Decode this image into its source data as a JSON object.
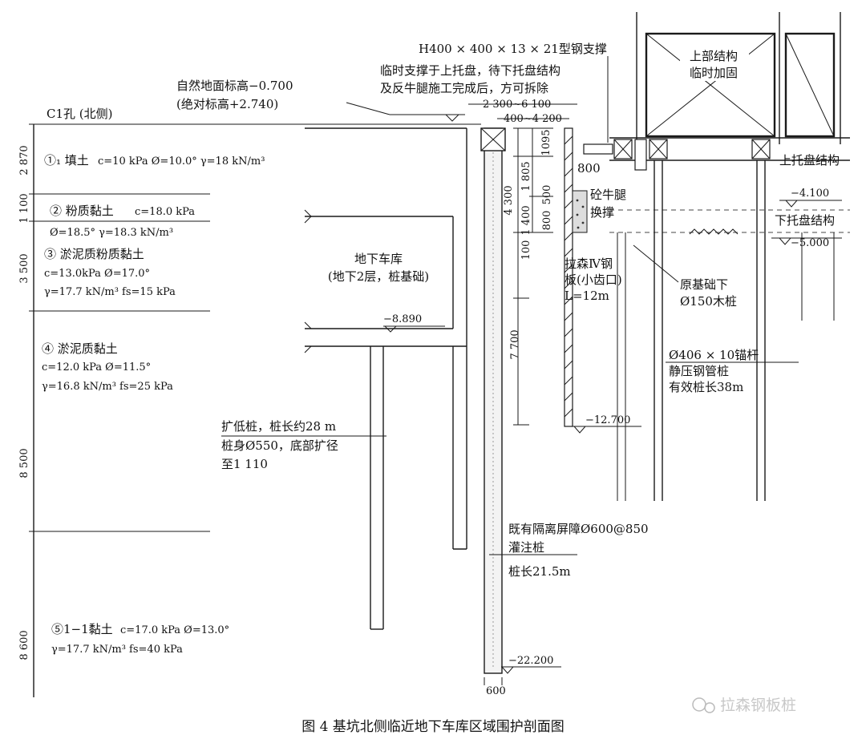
{
  "borehole": "C1孔 (北侧)",
  "ground": {
    "natural": "自然地面标高−0.700",
    "absolute": "(绝对标高+2.740)"
  },
  "steel_strut": {
    "spec": "H400 × 400 × 13 × 21型钢支撑",
    "note1": "临时支撑于上托盘，待下托盘结构",
    "note2": "及反牛腿施工完成后，方可拆除",
    "dim1": "2 300~6 100",
    "dim2": "400~4 200"
  },
  "upper_structure": {
    "line1": "上部结构",
    "line2": "临时加固"
  },
  "tray": {
    "upper": "上托盘结构",
    "lower": "下托盘结构"
  },
  "elevations": {
    "e1": "−4.100",
    "e2": "−5.000",
    "e3": "−8.890",
    "e4": "−12.700",
    "e5": "−22.200"
  },
  "soil_layers": [
    {
      "thickness": "2 870",
      "name": "①₁ 填土",
      "params1": "c=10 kPa Ø=10.0°   γ=18 kN/m³",
      "params2": ""
    },
    {
      "thickness": "1 100",
      "name": "② 粉质黏土",
      "params1": "c=18.0 kPa",
      "params2": "Ø=18.5°      γ=18.3 kN/m³"
    },
    {
      "thickness": "3 500",
      "name": "③ 淤泥质粉质黏土",
      "params1": "c=13.0kPa Ø=17.0°",
      "params2": "γ=17.7 kN/m³  fs=15 kPa"
    },
    {
      "thickness": "8 500",
      "name": "④ 淤泥质黏土",
      "params1": "c=12.0 kPa Ø=11.5°",
      "params2": "γ=16.8 kN/m³ fs=25 kPa"
    },
    {
      "thickness": "8 600",
      "name": "⑤1−1黏土",
      "params1": "c=17.0 kPa Ø=13.0°",
      "params2": "γ=17.7 kN/m³  fs=40 kPa"
    }
  ],
  "garage": {
    "line1": "地下车库",
    "line2": "(地下2层，桩基础)"
  },
  "enlarged_pile": {
    "line1": "扩低桩，桩长约28 m",
    "line2": "桩身Ø550，底部扩径",
    "line3": "至1 110"
  },
  "corbel": {
    "line1": "砼牛腿",
    "line2": "换撑"
  },
  "sheet_pile": {
    "line1": "拉森Ⅳ钢",
    "line2": "板(小齿口)",
    "line3": "L=12m"
  },
  "wood_pile": {
    "line1": "原基础下",
    "line2": "Ø150木桩"
  },
  "steel_pipe_pile": {
    "line1": "Ø406 × 10锚杆",
    "line2": "静压钢管桩",
    "line3": "有效桩长38m"
  },
  "barrier": {
    "line1": "既有隔离屏障Ø600@850",
    "line2": "灌注桩",
    "line3": "桩长21.5m"
  },
  "dims": {
    "d1095": "1095",
    "d800a": "800",
    "d4300": "4 300",
    "d1805": "1 805",
    "d500": "500",
    "d1400": "1 400",
    "d800b": "800",
    "d100": "100",
    "d7700": "7 700",
    "d600": "600"
  },
  "caption": "图 4    基坑北侧临近地下车库区域围护剖面图",
  "watermark": "拉森钢板桩"
}
